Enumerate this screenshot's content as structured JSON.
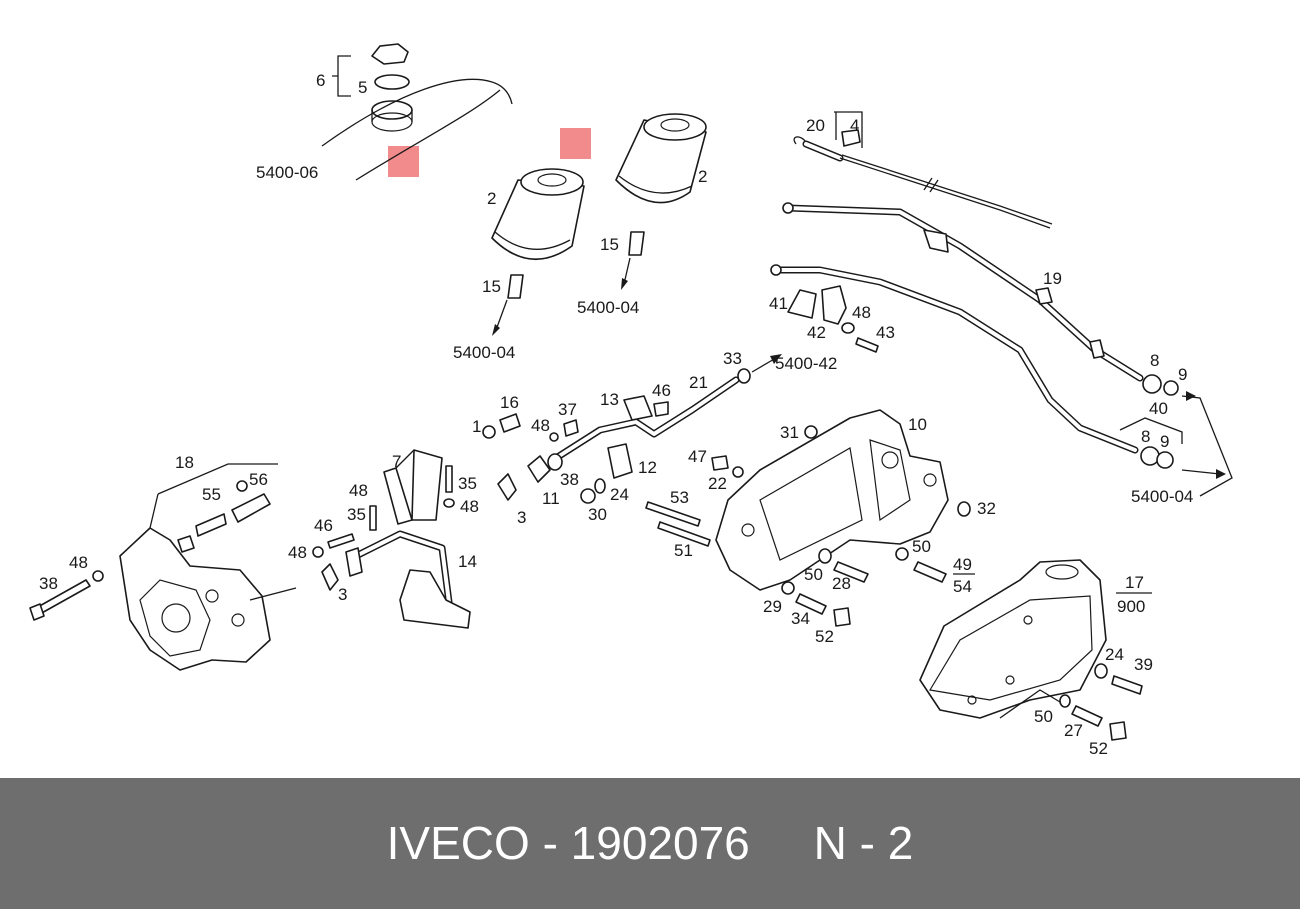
{
  "footer": {
    "brand": "IVECO",
    "separator": "-",
    "part_number": "1902076",
    "page_code": "N - 2"
  },
  "highlight_color": "#f28b8b",
  "footer_color": "#6e6e6e",
  "labels": {
    "l6": "6",
    "l5": "5",
    "l2a": "2",
    "l2b": "2",
    "l15a": "15",
    "l15b": "15",
    "l20": "20",
    "l4": "4",
    "l19": "19",
    "l41": "41",
    "l42": "42",
    "l48a": "48",
    "l43": "43",
    "l33": "33",
    "l8a": "8",
    "l9a": "9",
    "l40": "40",
    "l8b": "8",
    "l9b": "9",
    "l16": "16",
    "l1": "1",
    "l37": "37",
    "l48b": "48",
    "l13": "13",
    "l46a": "46",
    "l21": "21",
    "l31": "31",
    "l10": "10",
    "l47": "47",
    "l22": "22",
    "l12": "12",
    "l38a": "38",
    "l11": "11",
    "l24a": "24",
    "l30": "30",
    "l3a": "3",
    "l7": "7",
    "l35a": "35",
    "l48c": "48",
    "l48d": "48",
    "l35b": "35",
    "l46b": "46",
    "l48e": "48",
    "l3b": "3",
    "l14": "14",
    "l18": "18",
    "l56": "56",
    "l55": "55",
    "l48f": "48",
    "l38b": "38",
    "l53": "53",
    "l51": "51",
    "l32": "32",
    "l50a": "50",
    "l50b": "50",
    "l28": "28",
    "l49": "49",
    "l54": "54",
    "l29": "29",
    "l34": "34",
    "l52a": "52",
    "l17": "17",
    "l900": "900",
    "l24b": "24",
    "l39": "39",
    "l50c": "50",
    "l27": "27",
    "l52b": "52"
  },
  "references": {
    "r1": "5400-06",
    "r2": "5400-04",
    "r3": "5400-04",
    "r4": "5400-42",
    "r5": "5400-04"
  }
}
